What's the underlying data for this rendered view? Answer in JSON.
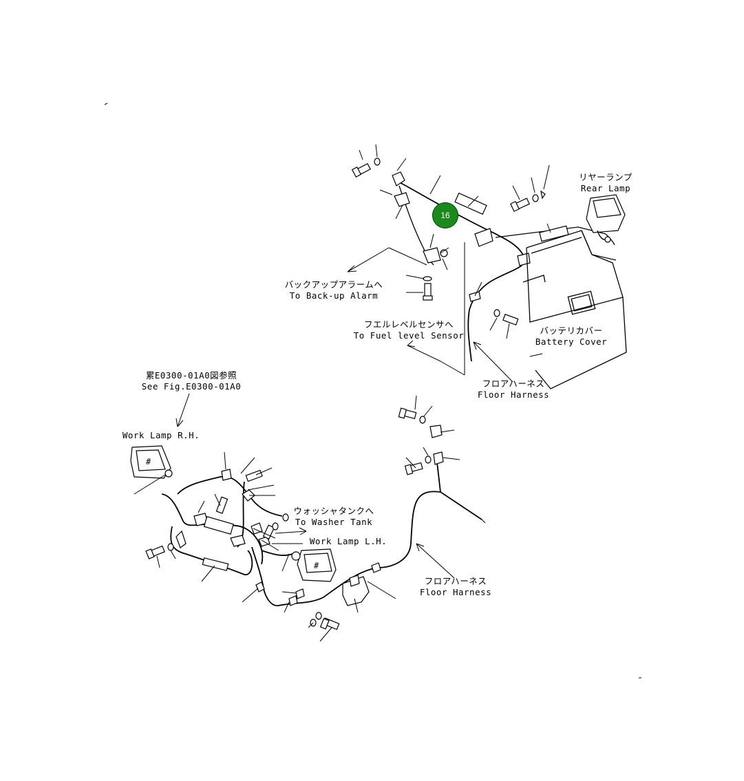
{
  "callout": {
    "number": "16",
    "color": "#1a8a1a"
  },
  "labels": {
    "rear_lamp": {
      "jp": "リヤーランプ",
      "en": "Rear Lamp"
    },
    "backup_alarm": {
      "jp": "バックアップアラームへ",
      "en": "To Back-up Alarm"
    },
    "fuel_sensor": {
      "jp": "フエルレベルセンサへ",
      "en": "To Fuel level Sensor"
    },
    "battery_cover": {
      "jp": "バッテリカバー",
      "en": "Battery Cover"
    },
    "floor_harness_upper": {
      "jp": "フロアハーネス",
      "en": "Floor Harness"
    },
    "see_fig": {
      "jp": "累E0300-01A0図参照",
      "en": "See Fig.E0300-01A0"
    },
    "work_lamp_rh": {
      "en": "Work Lamp R.H."
    },
    "washer_tank": {
      "jp": "ウォッシャタンクへ",
      "en": "To Washer Tank"
    },
    "work_lamp_lh": {
      "en": "Work Lamp L.H."
    },
    "floor_harness_lower": {
      "jp": "フロアハーネス",
      "en": "Floor Harness"
    }
  }
}
